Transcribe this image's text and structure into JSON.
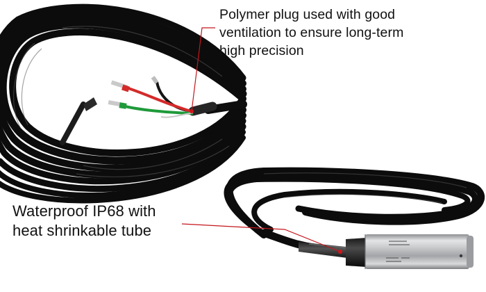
{
  "callouts": {
    "top": {
      "lines": [
        "Polymer plug used with good",
        "ventilation to ensure long-term",
        "high precision"
      ]
    },
    "bottom": {
      "lines": [
        "Waterproof IP68 with",
        "heat shrinkable tube"
      ]
    }
  },
  "colors": {
    "leader_line": "#c4161c",
    "leader_dot": "#d4141b",
    "cable": "#0c0c0c",
    "wire_red": "#d42a2a",
    "wire_green": "#1f9a3a",
    "wire_black": "#151515"
  },
  "images": {
    "top_photo": "coiled-black-cable-with-stripped-wires-icon",
    "bottom_photo": "pressure-sensor-probe-with-cable-icon"
  }
}
